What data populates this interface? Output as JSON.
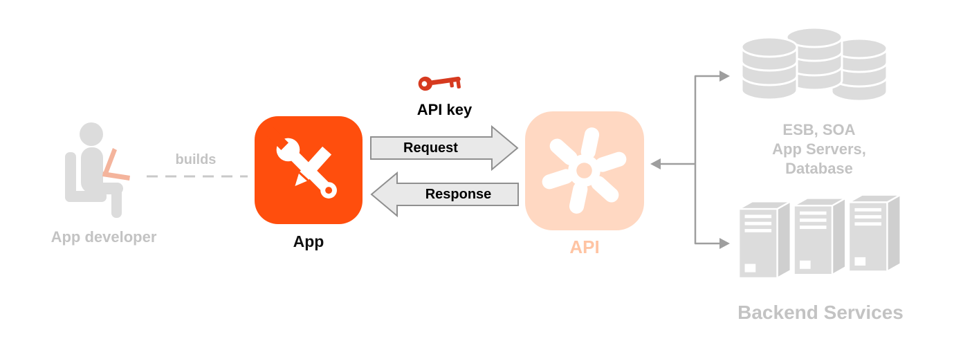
{
  "diagram": {
    "nodes": {
      "developer": {
        "label": "App developer"
      },
      "app": {
        "label": "App"
      },
      "api": {
        "label": "API"
      },
      "esb": {
        "label": "ESB, SOA\nApp Servers,\nDatabase"
      },
      "backend": {
        "label": "Backend Services"
      }
    },
    "edges": {
      "builds": {
        "label": "builds"
      },
      "request": {
        "label": "Request"
      },
      "response": {
        "label": "Response"
      }
    },
    "api_key": {
      "label": "API key"
    },
    "icons": {
      "developer": "person-with-laptop-icon",
      "app": "wrench-and-pencil-icon",
      "api": "pinwheel-gear-icon",
      "key": "key-icon",
      "esb": "database-cylinders-icon",
      "backend": "server-towers-icon"
    }
  },
  "colors": {
    "app_bg": "#FF4E0D",
    "api_bg": "#FFD8C2",
    "api_label": "#FFC4A3",
    "muted_icon": "#DCDCDC",
    "muted_icon_dark": "#CFCFCF",
    "muted_icon_mid": "#D6D6D6",
    "muted_text": "#C3C3C3",
    "arrow_fill": "#E9E9E9",
    "arrow_stroke": "#8F8F8F",
    "key_red": "#D63A1F",
    "connector": "#9E9E9E",
    "connector_dash": "#C9C9C9",
    "laptop": "#F4B49C",
    "label_dark": "#111111"
  }
}
